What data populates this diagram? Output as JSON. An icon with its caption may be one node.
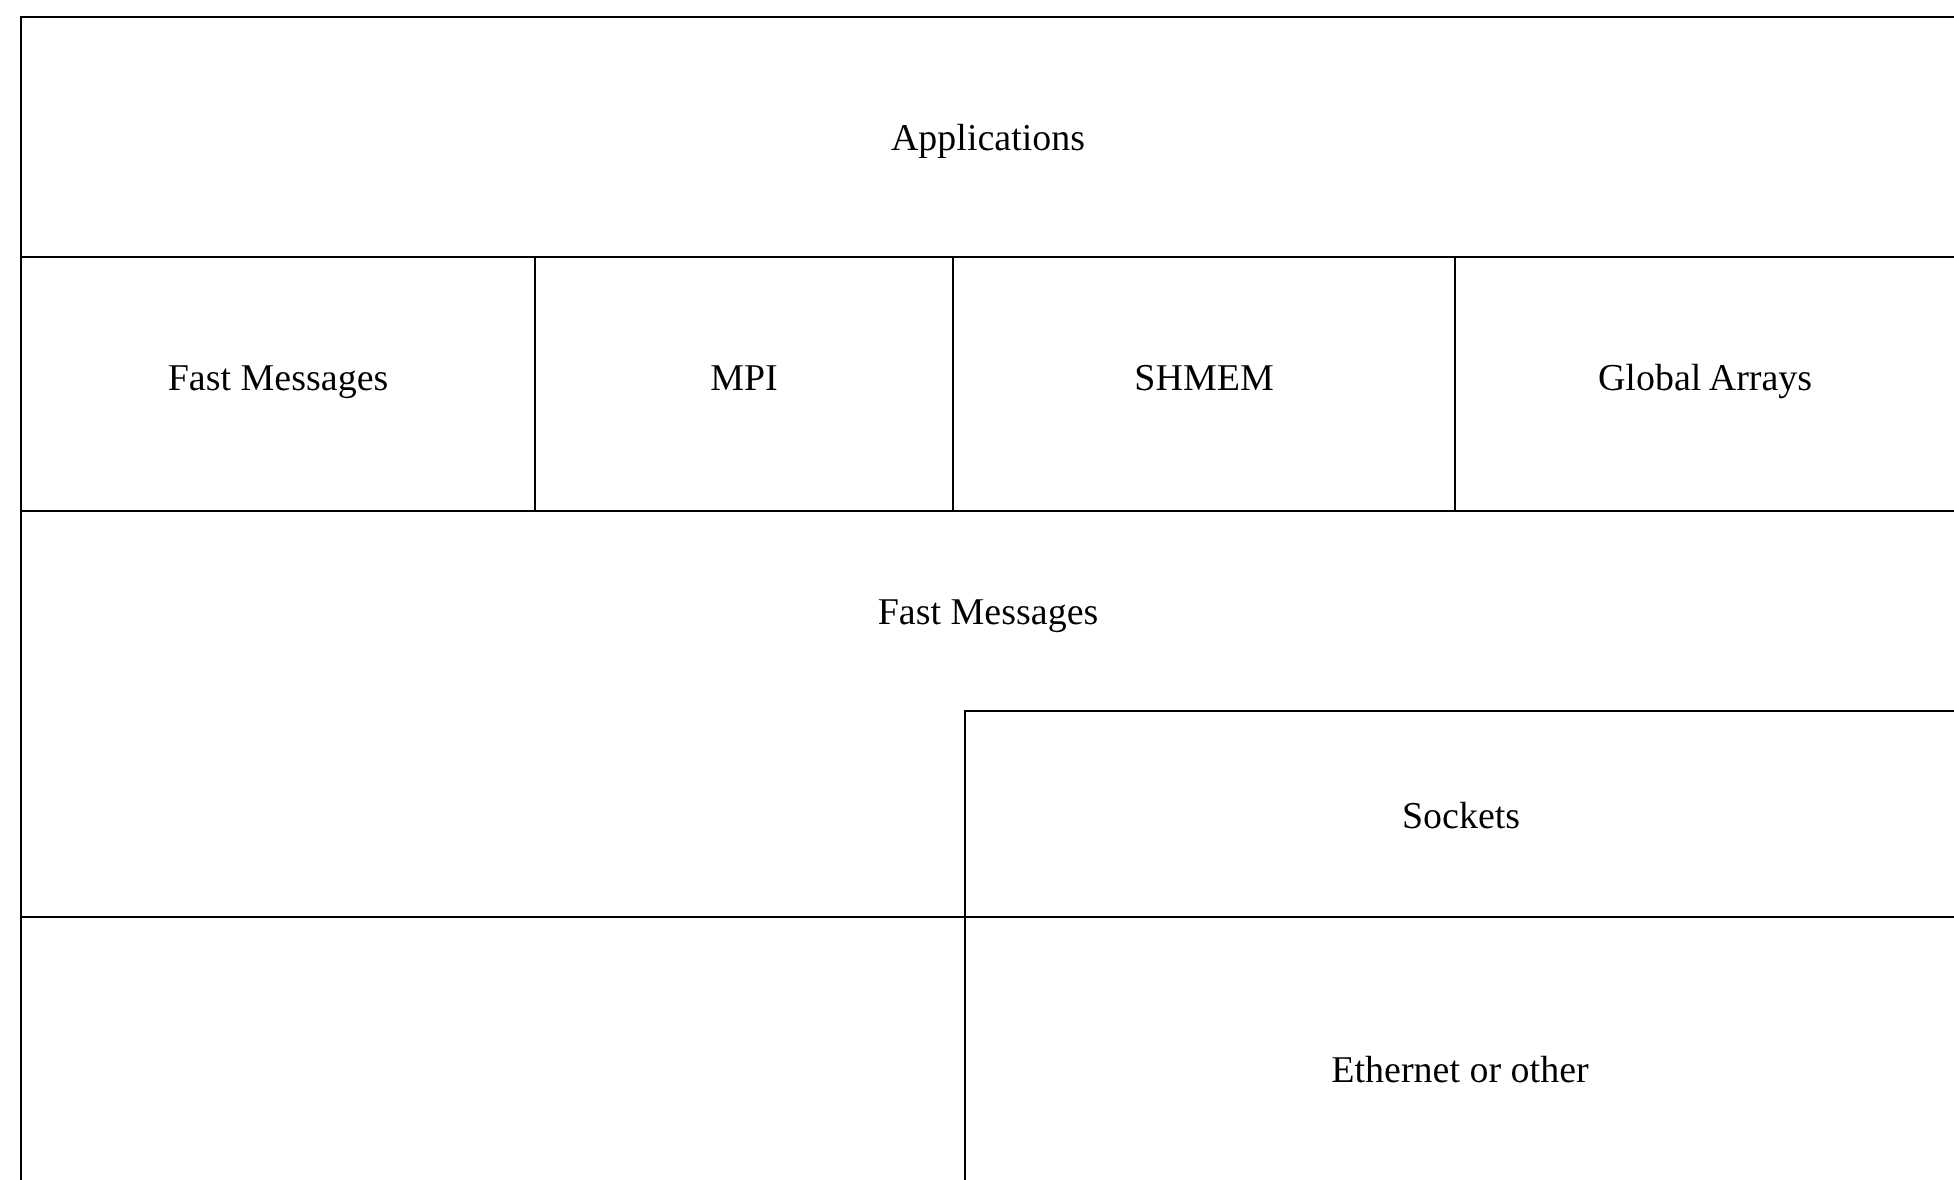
{
  "diagram": {
    "nodes": [
      {
        "text": [
          "Applications"
        ]
      },
      {
        "text": [
          "Fast Messages"
        ]
      },
      {
        "text": [
          "MPI"
        ]
      },
      {
        "text": [
          "SHMEM"
        ]
      },
      {
        "text": [
          "Global Arrays"
        ]
      },
      {
        "text": [
          "Fast Messages"
        ]
      },
      {
        "text": [
          "Sockets"
        ],
        "in": 5
      },
      {
        "text": [],
        "shape": "box"
      },
      {
        "text": [
          "Ethernet or other"
        ]
      }
    ]
  }
}
